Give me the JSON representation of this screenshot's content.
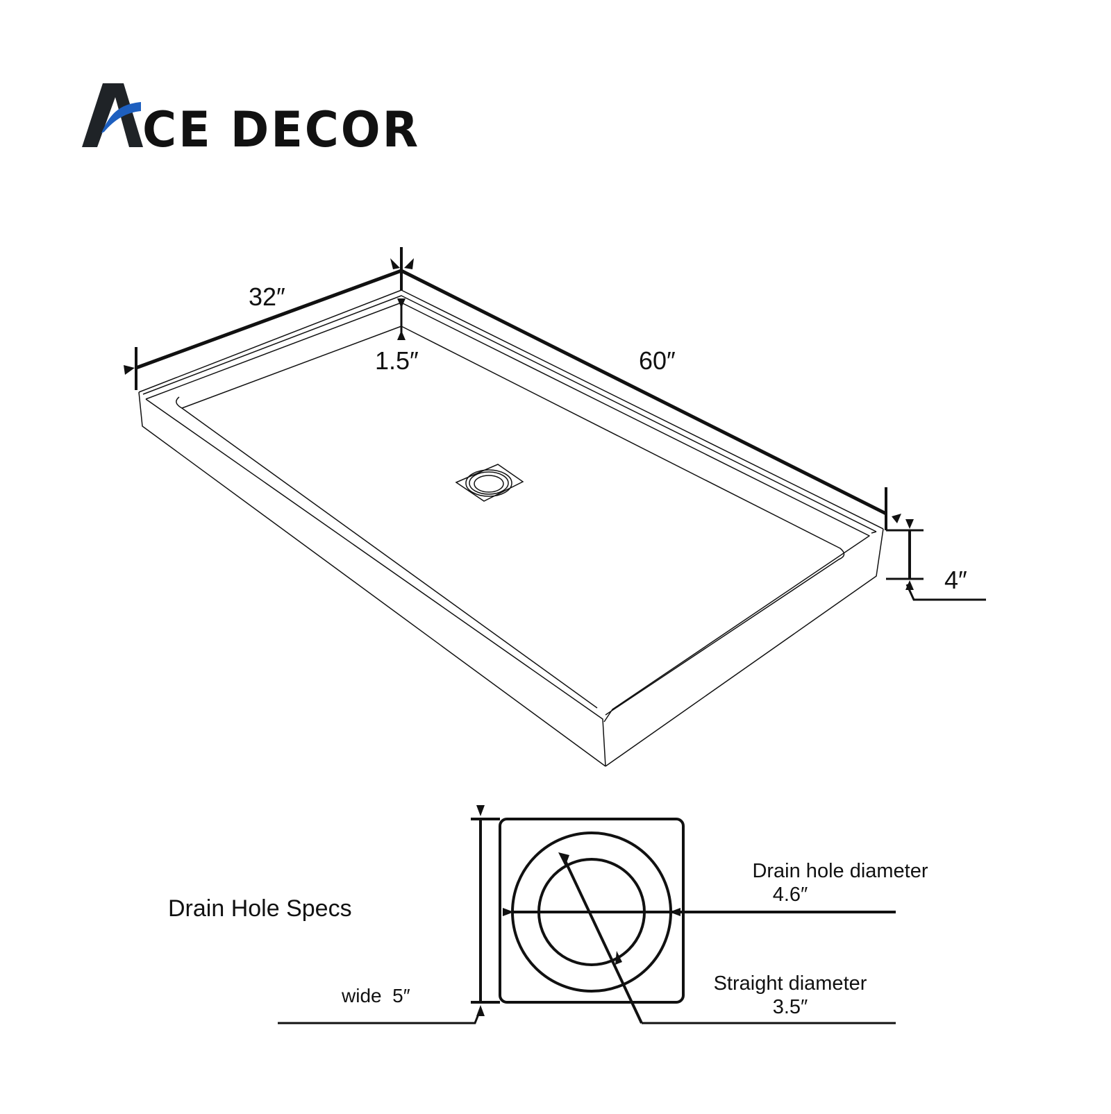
{
  "brand": {
    "name_rest": "CE DECOR",
    "initial": "A",
    "primary_color": "#1f2327",
    "accent_color": "#1d5fbf"
  },
  "tray": {
    "width_label": "32″",
    "length_label": "60″",
    "rim_label": "1.5″",
    "height_label": "4″"
  },
  "drain_specs": {
    "title": "Drain Hole Specs",
    "wide_label": "wide  5″",
    "drain_hole_label": "Drain hole diameter",
    "drain_hole_value": "4.6″",
    "straight_label": "Straight diameter",
    "straight_value": "3.5″"
  },
  "colors": {
    "line": "#111111",
    "background": "#ffffff"
  }
}
